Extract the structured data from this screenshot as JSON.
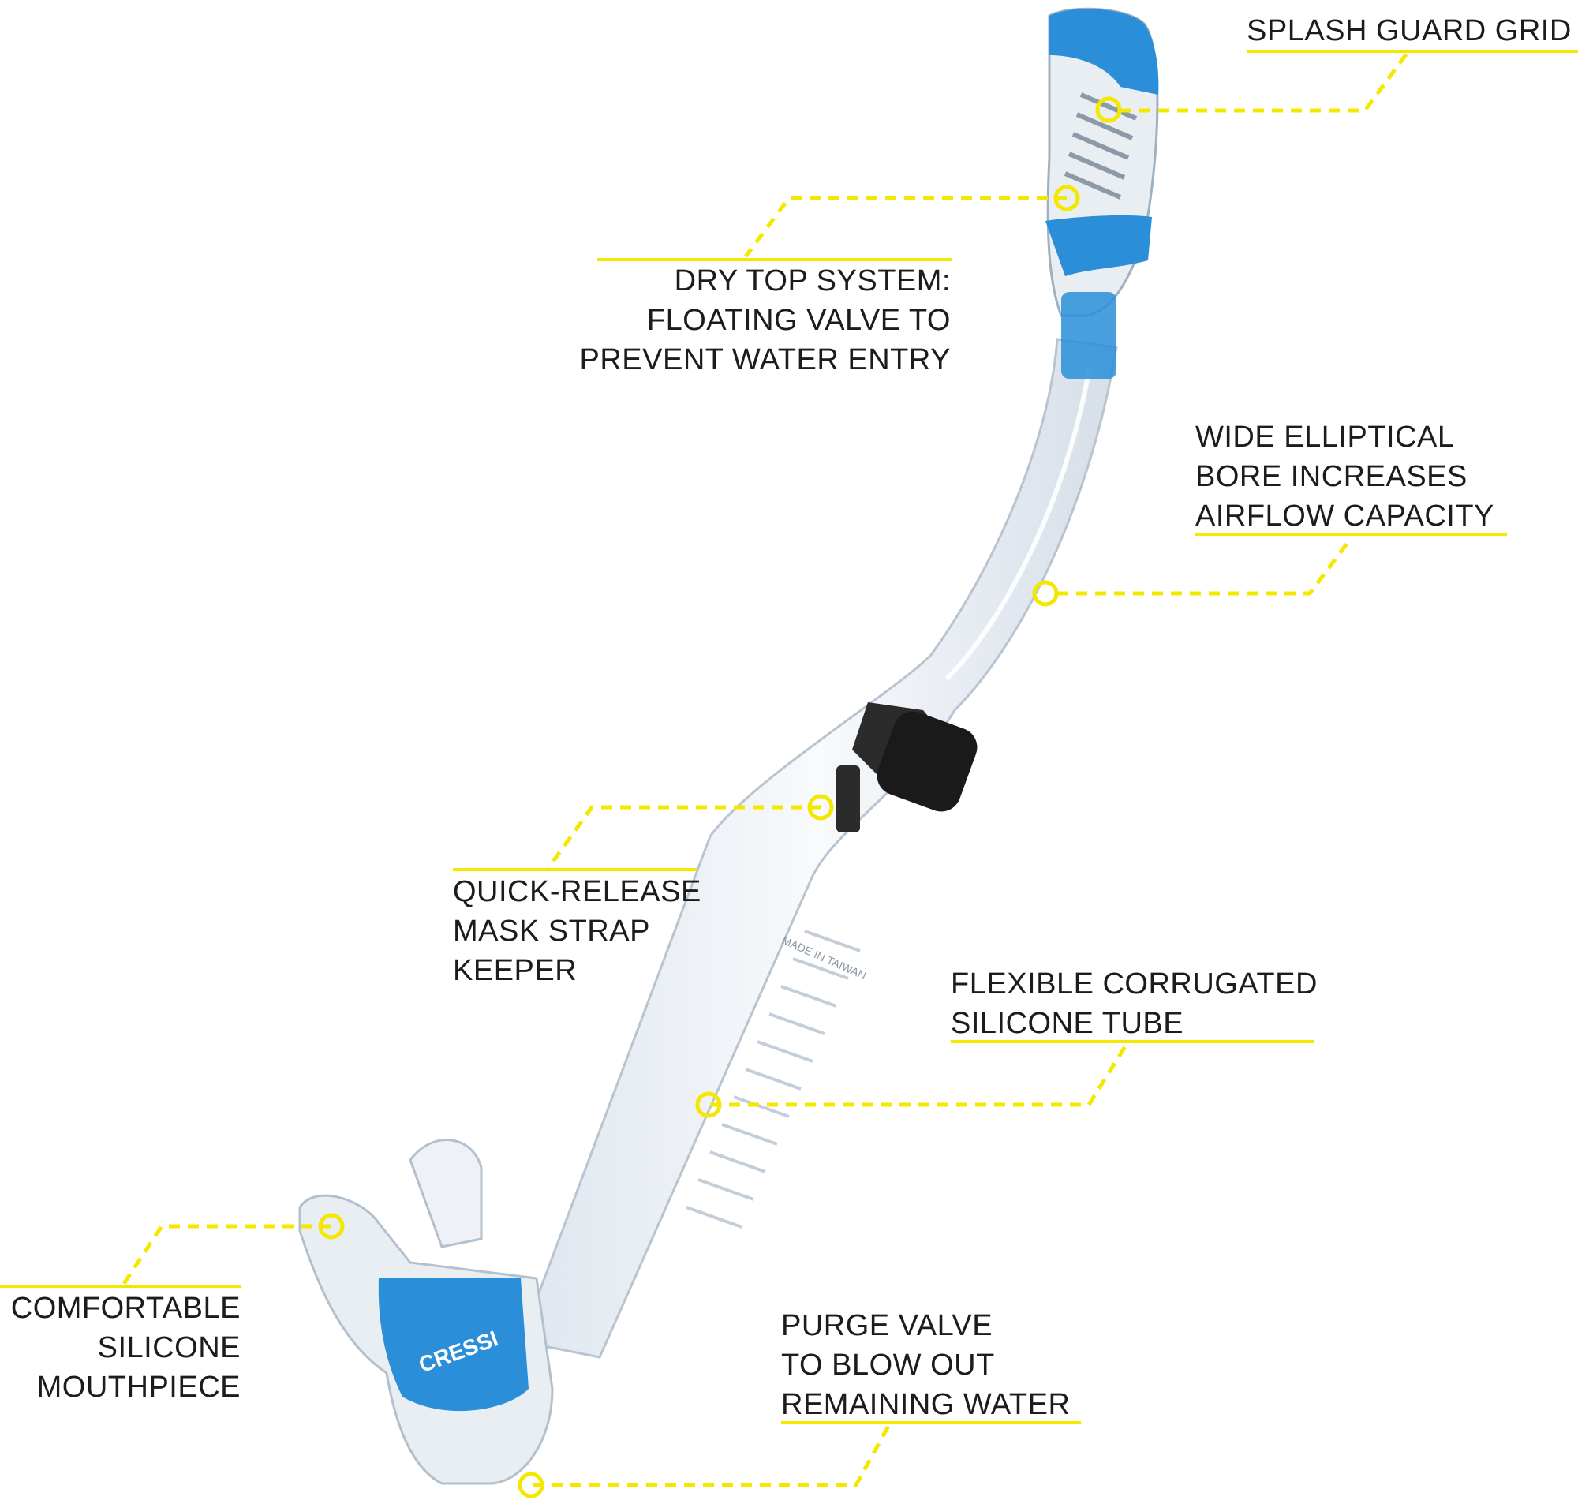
{
  "colors": {
    "accent": "#f4e800",
    "snorkel_blue": "#2a8fd8",
    "text": "#1c1c1c"
  },
  "product": {
    "brand_mark": "CRESSI",
    "tube_imprint": "MADE IN TAIWAN"
  },
  "callouts": {
    "splash_guard": {
      "lines": [
        "SPLASH GUARD GRID"
      ]
    },
    "dry_top": {
      "lines": [
        "DRY TOP SYSTEM:",
        "FLOATING VALVE TO",
        "PREVENT WATER ENTRY"
      ]
    },
    "wide_bore": {
      "lines": [
        "WIDE ELLIPTICAL",
        "BORE INCREASES",
        "AIRFLOW CAPACITY"
      ]
    },
    "quick_release": {
      "lines": [
        "QUICK-RELEASE",
        "MASK STRAP",
        "KEEPER"
      ]
    },
    "flexible_tube": {
      "lines": [
        "FLEXIBLE CORRUGATED",
        "SILICONE TUBE"
      ]
    },
    "mouthpiece": {
      "lines": [
        "COMFORTABLE",
        "SILICONE",
        "MOUTHPIECE"
      ]
    },
    "purge_valve": {
      "lines": [
        "PURGE VALVE",
        "TO BLOW OUT",
        "REMAINING WATER"
      ]
    }
  }
}
